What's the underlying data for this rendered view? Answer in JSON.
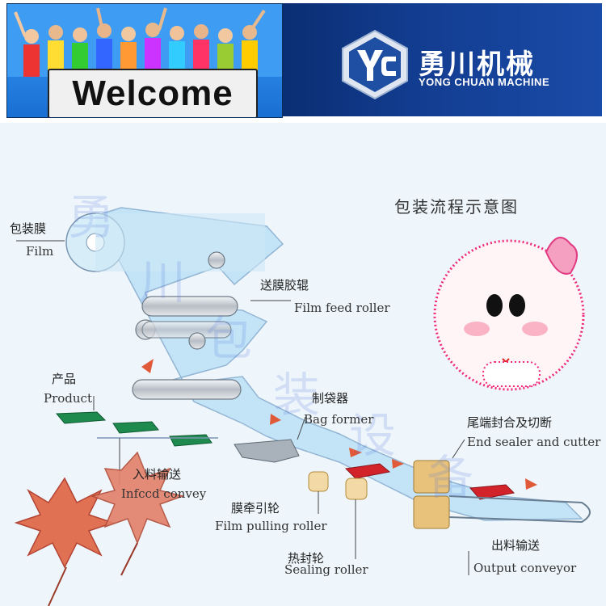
{
  "header": {
    "welcome_label": "Welcome",
    "brand_cn": "勇川机械",
    "brand_en": "YONG CHUAN MACHINE",
    "logo_letters": "YC"
  },
  "diagram": {
    "title": "包装流程示意图",
    "labels": {
      "film_cn": "包装膜",
      "film_en": "Film",
      "film_feed_cn": "送膜胶辊",
      "film_feed_en": "Film feed roller",
      "product_cn": "产品",
      "product_en": "Product",
      "bag_former_cn": "制袋器",
      "bag_former_en": "Bag former",
      "end_sealer_cn": "尾端封合及切断",
      "end_sealer_en": "End sealer and cutter",
      "infeed_cn": "入料输送",
      "infeed_en": "Infccd convey",
      "pulling_cn": "膜牵引轮",
      "pulling_en": "Film pulling roller",
      "sealing_cn": "热封轮",
      "sealing_en": "Sealing roller",
      "output_cn": "出料输送",
      "output_en": "Output conveyor"
    },
    "watermark": [
      "勇",
      "川",
      "包",
      "装",
      "设",
      "备"
    ]
  },
  "colors": {
    "film": "#bfe3f7",
    "roller": "#c9cdd2",
    "product": "#1e8a4e",
    "sealer": "#e8c27a",
    "red_block": "#d2232a",
    "arrow": "#e05a3a"
  }
}
